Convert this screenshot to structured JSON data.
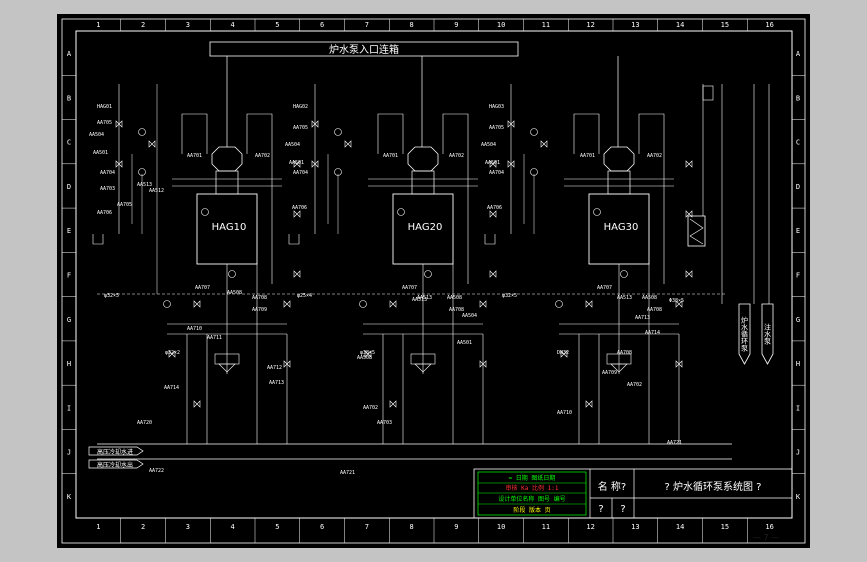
{
  "drawing": {
    "header_title": "炉水泵入口连箱",
    "pumps": [
      {
        "id": "HAG10"
      },
      {
        "id": "HAG20"
      },
      {
        "id": "HAG30"
      }
    ],
    "column_numbers": [
      "1",
      "2",
      "3",
      "4",
      "5",
      "6",
      "7",
      "8",
      "9",
      "10",
      "11",
      "12",
      "13",
      "14",
      "15",
      "16"
    ],
    "row_letters": [
      "A",
      "B",
      "C",
      "D",
      "E",
      "F",
      "G",
      "H",
      "I",
      "J",
      "K"
    ],
    "valve_labels": [
      "HAG01",
      "AA705",
      "AA504",
      "AA501",
      "AA701",
      "AA702",
      "AA704",
      "AA703",
      "AA706",
      "AA705",
      "AA513",
      "AA512",
      "AA707",
      "AA508",
      "AA708",
      "AA709",
      "AA710",
      "AA711",
      "AA712",
      "AA713",
      "AA714",
      "AA720",
      "AA721",
      "AA722",
      "HAG02",
      "AA705",
      "AA504",
      "AA501",
      "AA701",
      "AA702",
      "AA704",
      "AA706",
      "AA707",
      "AA513",
      "AA508",
      "AA708",
      "HAG03",
      "AA705",
      "AA504",
      "AA501",
      "AA701",
      "AA702",
      "AA704",
      "AA706",
      "AA707",
      "AA513",
      "AA508",
      "AA708",
      "AA508",
      "AA702",
      "AA703",
      "AA513",
      "AA504",
      "AA501",
      "AA702",
      "AA721",
      "AA713",
      "AA714",
      "AA708",
      "AA709",
      "AA710"
    ],
    "small_labels": [
      "φ32×5",
      "φ25×4",
      "φ32×5",
      "φ32×2",
      "φ38×5",
      "DN32",
      "Φ38×5"
    ],
    "inlet_labels": [
      "高压冷却水进",
      "高压冷却水出"
    ],
    "right_vertical_labels": [
      "炉水循环泵",
      "注水泵"
    ],
    "title_block": {
      "name_label": "名 称?",
      "title_text": "? 炉水循环泵系统图 ?",
      "cells_bottom": [
        "?",
        "?"
      ],
      "stamp_lines": [
        "= 日期  图纸日期",
        "审核  Ka  比例  1:1",
        "设计单位名称  图号  编号",
        "阶段  版本  页"
      ]
    },
    "sheet_number": "— 7 —"
  },
  "colors": {
    "background": "#000000",
    "line": "#ffffff",
    "outer_gray": "#c4c4c4",
    "stamp_green": "#00ff00",
    "stamp_red": "#ff3333",
    "stamp_yellow": "#ffff00"
  }
}
